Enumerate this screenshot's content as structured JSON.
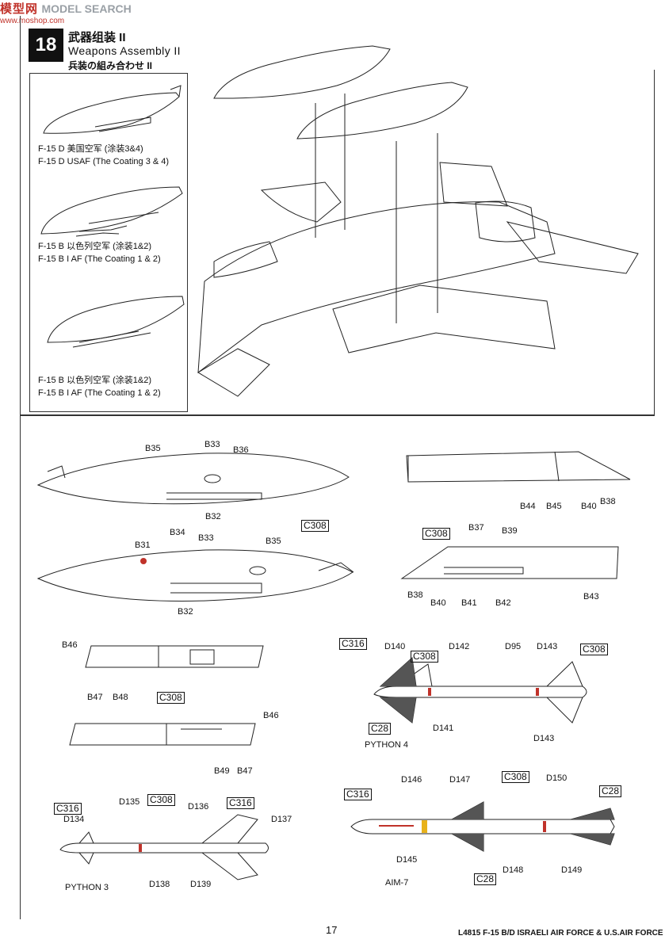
{
  "watermark": {
    "site": "模型网",
    "search": "MODEL SEARCH",
    "url": "www.moshop.com"
  },
  "step": {
    "number": "18",
    "title_zh": "武器组装 II",
    "title_en": "Weapons Assembly II",
    "title_ja": "兵装の組み合わせ II"
  },
  "variants": [
    {
      "zh": "F-15 D  美国空军 (涂装3&4)",
      "en": "F-15 D  USAF (The Coating 3 & 4)"
    },
    {
      "zh": "F-15 B  以色列空军 (涂装1&2)",
      "en": "F-15 B I AF (The Coating 1 & 2)"
    },
    {
      "zh": "F-15 B  以色列空军 (涂装1&2)",
      "en": "F-15 B I AF (The Coating 1 & 2)"
    }
  ],
  "tank_upper": {
    "parts": [
      "B35",
      "B33",
      "B36",
      "B32"
    ],
    "color": "C308"
  },
  "tank_lower": {
    "parts": [
      "B34",
      "B31",
      "B33",
      "B35",
      "B32"
    ]
  },
  "pylon_upper": {
    "parts": [
      "B44",
      "B45",
      "B40",
      "B38"
    ],
    "color": "C308"
  },
  "pylon_lower": {
    "parts": [
      "B37",
      "B39",
      "B38",
      "B40",
      "B41",
      "B42",
      "B43"
    ]
  },
  "rail_upper": {
    "parts": [
      "B46",
      "B47",
      "B48"
    ],
    "color": "C308"
  },
  "rail_lower": {
    "parts": [
      "B46",
      "B49",
      "B47"
    ]
  },
  "python4": {
    "name": "PYTHON 4",
    "colors": [
      "C316",
      "C308",
      "C308",
      "C28"
    ],
    "parts": [
      "D140",
      "D142",
      "D95",
      "D143",
      "D141",
      "D143"
    ]
  },
  "python3": {
    "name": "PYTHON 3",
    "colors": [
      "C316",
      "C308",
      "C316"
    ],
    "parts": [
      "D134",
      "D135",
      "D136",
      "D137",
      "D138",
      "D139"
    ]
  },
  "aim7": {
    "name": "AIM-7",
    "colors": [
      "C316",
      "C308",
      "C28",
      "C28"
    ],
    "parts": [
      "D146",
      "D147",
      "D150",
      "D145",
      "D148",
      "D149"
    ]
  },
  "colors": {
    "ink": "#111111",
    "line": "#333333",
    "red_mark": "#c0322a",
    "stripe_yellow": "#e8b21a"
  },
  "page": {
    "number": "17",
    "footer": "L4815  F-15 B/D ISRAELI AIR FORCE & U.S.AIR FORCE"
  }
}
